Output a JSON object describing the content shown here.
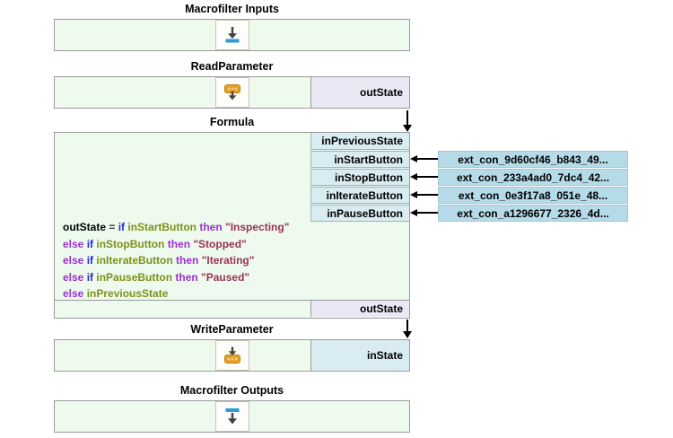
{
  "palette": {
    "box_background": "#eefaee",
    "box_border": "#9b9b9b",
    "input_port_background": "#d9ecf1",
    "output_port_background": "#e9e9f6",
    "external_label_background": "#b5dbe8",
    "icon_arrow": "#3f3f3f",
    "icon_blue_bar": "#2f99cc",
    "icon_orange": "#e7a126",
    "keyword_if": "#2a2ad0",
    "keyword_then_else": "#9a31cf",
    "identifier": "#7e901a",
    "string_literal": "#993355"
  },
  "blocks": {
    "macrofilter_inputs": {
      "title": "Macrofilter Inputs",
      "icon": "macrofilter-input-icon"
    },
    "read_parameter": {
      "title": "ReadParameter",
      "icon": "read-parameter-icon",
      "output_port": "outState"
    },
    "formula": {
      "title": "Formula",
      "input_ports": [
        "inPreviousState",
        "inStartButton",
        "inStopButton",
        "inIterateButton",
        "inPauseButton"
      ],
      "output_port": "outState",
      "lines": [
        [
          {
            "t": "outState",
            "c": "plain"
          },
          {
            "t": " = ",
            "c": "eq"
          },
          {
            "t": "if ",
            "c": "kw"
          },
          {
            "t": "inStartButton",
            "c": "id"
          },
          {
            "t": " then ",
            "c": "kw2"
          },
          {
            "t": "\"Inspecting\"",
            "c": "str"
          }
        ],
        [
          {
            "t": "else ",
            "c": "kw2"
          },
          {
            "t": "if ",
            "c": "kw"
          },
          {
            "t": "inStopButton",
            "c": "id"
          },
          {
            "t": " then ",
            "c": "kw2"
          },
          {
            "t": "\"Stopped\"",
            "c": "str"
          }
        ],
        [
          {
            "t": "else ",
            "c": "kw2"
          },
          {
            "t": "if ",
            "c": "kw"
          },
          {
            "t": "inIterateButton",
            "c": "id"
          },
          {
            "t": " then ",
            "c": "kw2"
          },
          {
            "t": "\"Iterating\"",
            "c": "str"
          }
        ],
        [
          {
            "t": "else ",
            "c": "kw2"
          },
          {
            "t": "if ",
            "c": "kw"
          },
          {
            "t": "inPauseButton",
            "c": "id"
          },
          {
            "t": " then ",
            "c": "kw2"
          },
          {
            "t": "\"Paused\"",
            "c": "str"
          }
        ],
        [
          {
            "t": "else ",
            "c": "kw2"
          },
          {
            "t": "inPreviousState",
            "c": "id"
          }
        ]
      ]
    },
    "write_parameter": {
      "title": "WriteParameter",
      "icon": "write-parameter-icon",
      "input_port": "inState"
    },
    "macrofilter_outputs": {
      "title": "Macrofilter Outputs",
      "icon": "macrofilter-output-icon"
    }
  },
  "external_connections": [
    "ext_con_9d60cf46_b843_49...",
    "ext_con_233a4ad0_7dc4_42...",
    "ext_con_0e3f17a8_051e_48...",
    "ext_con_a1296677_2326_4d..."
  ]
}
